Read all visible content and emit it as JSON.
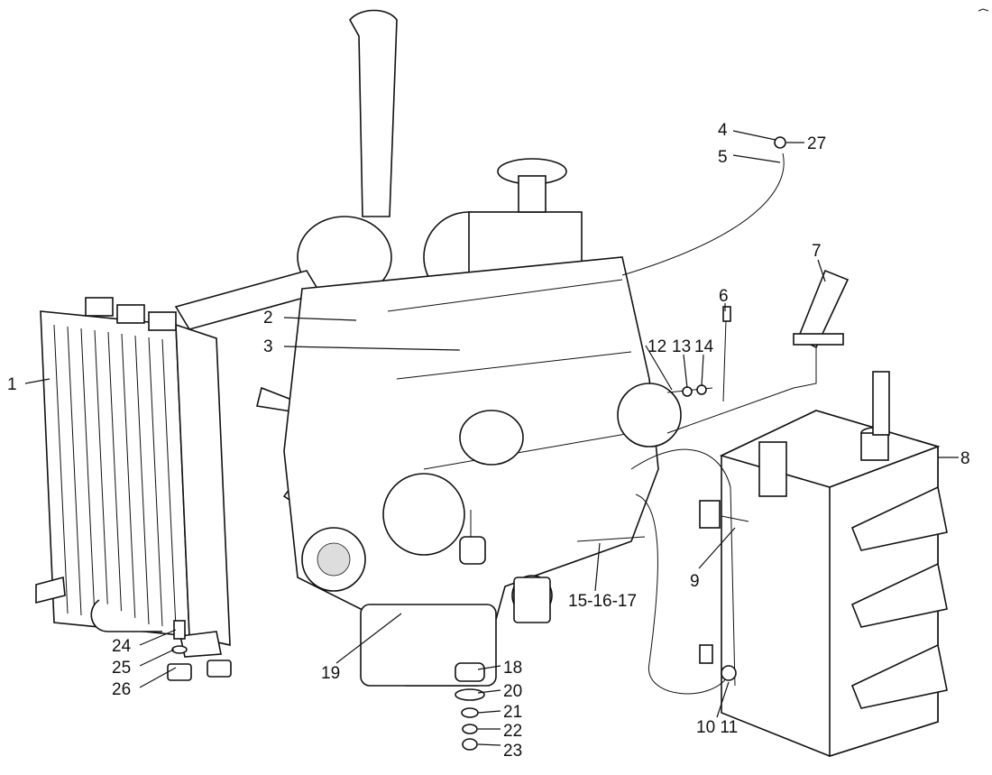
{
  "callouts": {
    "c1": "1",
    "c2": "2",
    "c3": "3",
    "c4": "4",
    "c5": "5",
    "c6": "6",
    "c7": "7",
    "c8": "8",
    "c9": "9",
    "c10_11": "10 11",
    "c12": "12",
    "c13": "13",
    "c14": "14",
    "c15_17": "15-16-17",
    "c18": "18",
    "c19": "19",
    "c20": "20",
    "c21": "21",
    "c22": "22",
    "c23": "23",
    "c24": "24",
    "c25": "25",
    "c26": "26",
    "c27": "27"
  }
}
